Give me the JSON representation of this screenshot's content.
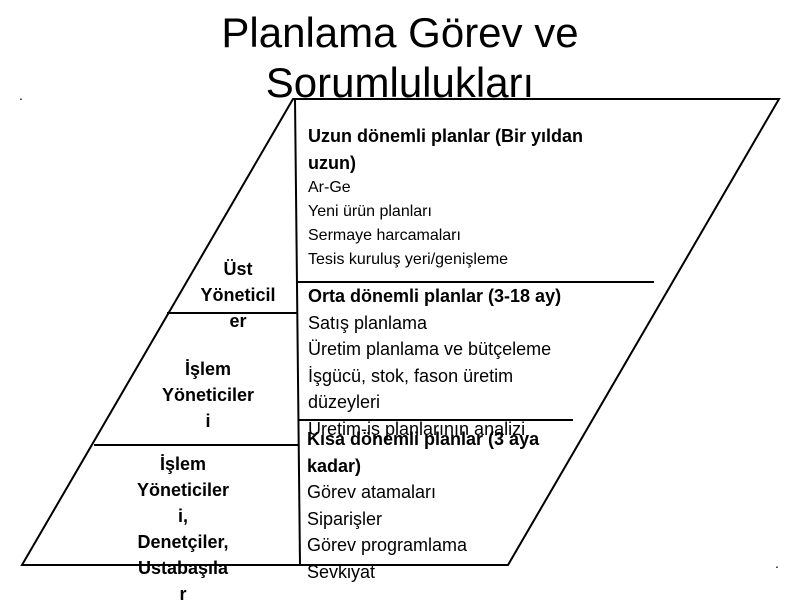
{
  "title": {
    "line1": "Planlama Görev ve",
    "line2": "Sorumlulukları"
  },
  "left_labels": {
    "top": [
      "Üst",
      "Yöneticil",
      "er"
    ],
    "middle": [
      "İşlem",
      "Yöneticiler",
      "i"
    ],
    "bottom": [
      "İşlem",
      "Yöneticiler",
      "i,",
      "Denetçiler,",
      "Ustabaşıla",
      "r"
    ]
  },
  "levels": {
    "long_term": {
      "heading": [
        "Uzun dönemli planlar (Bir yıldan",
        "uzun)"
      ],
      "items": [
        "Ar-Ge",
        "Yeni ürün planları",
        "Sermaye harcamaları",
        "Tesis kuruluş yeri/genişleme"
      ]
    },
    "mid_term": {
      "heading": [
        "Orta dönemli planlar  (3-18 ay)"
      ],
      "items": [
        "Satış planlama",
        "Üretim planlama ve bütçeleme",
        "İşgücü, stok, fason üretim",
        "düzeyleri",
        "Üretim-iş planlarının analizi"
      ]
    },
    "short_term": {
      "heading": [
        "Kısa dönemli planlar  (3 aya",
        "kadar)"
      ],
      "items": [
        "Görev atamaları",
        "Siparişler",
        "Görev programlama",
        "Sevkiyat"
      ]
    }
  },
  "markers": {
    "bullet": "."
  }
}
